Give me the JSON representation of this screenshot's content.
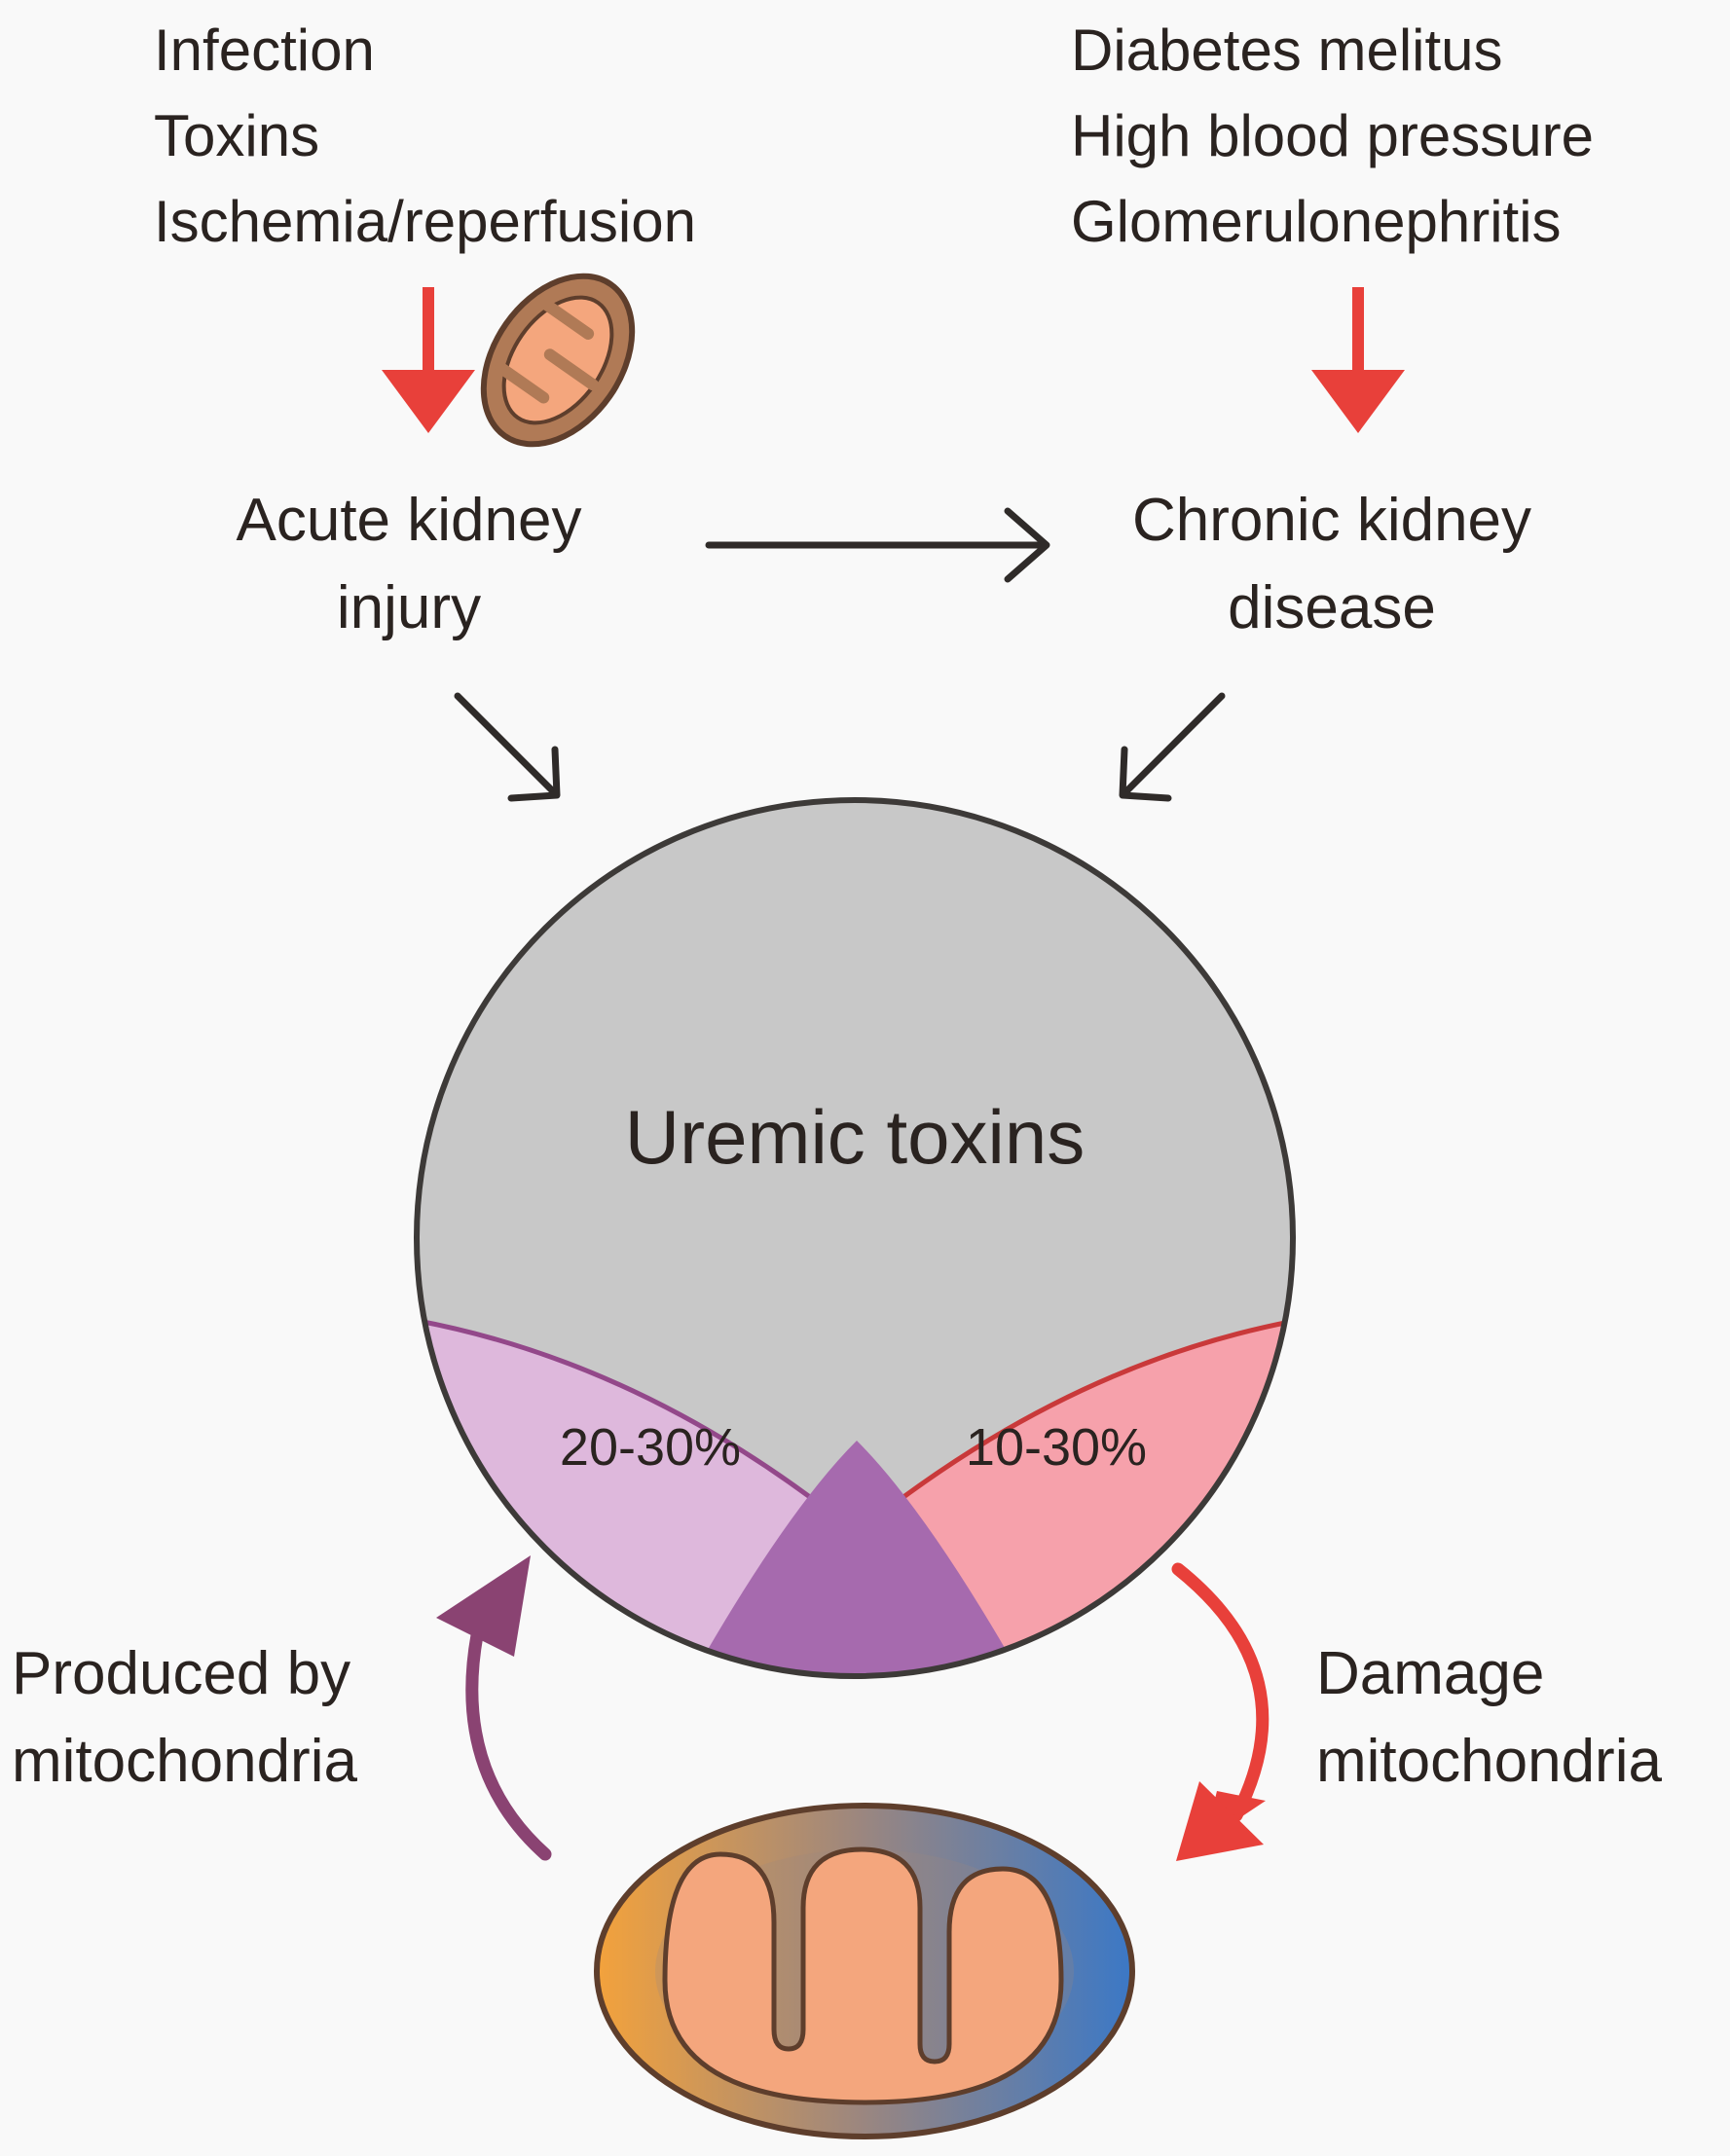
{
  "causes_left": [
    "Infection",
    "Toxins",
    "Ischemia/reperfusion"
  ],
  "causes_right": [
    "Diabetes melitus",
    "High blood pressure",
    "Glomerulonephritis"
  ],
  "aki": [
    "Acute kidney",
    "injury"
  ],
  "ckd": [
    "Chronic kidney",
    "disease"
  ],
  "circle_title": "Uremic toxins",
  "segments": {
    "left_label": "20-30%",
    "right_label": "10-30%"
  },
  "left_arrow_label": [
    "Produced by",
    "mitochondria"
  ],
  "right_arrow_label": [
    "Damage",
    "mitochondria"
  ],
  "colors": {
    "background": "#f9f9f9",
    "text": "#2a2320",
    "red_arrow": "#e8403a",
    "black_arrow": "#2f2b29",
    "purple_arrow": "#8a4372",
    "circle_fill": "#c8c8c8",
    "circle_stroke": "#3d3a38",
    "segment_left": "#deb8dc",
    "segment_left_stroke": "#93488a",
    "segment_right": "#f6a1ab",
    "segment_right_stroke": "#c9393a",
    "segment_overlap": "#a66aae",
    "mito_fill": "#f4a67d",
    "mito_outer": "#b07a56",
    "mito_stroke": "#5e3e2c",
    "mito_grad_left": "#f3a23c",
    "mito_grad_mid": "#9a8680",
    "mito_grad_right": "#3b78c6"
  }
}
